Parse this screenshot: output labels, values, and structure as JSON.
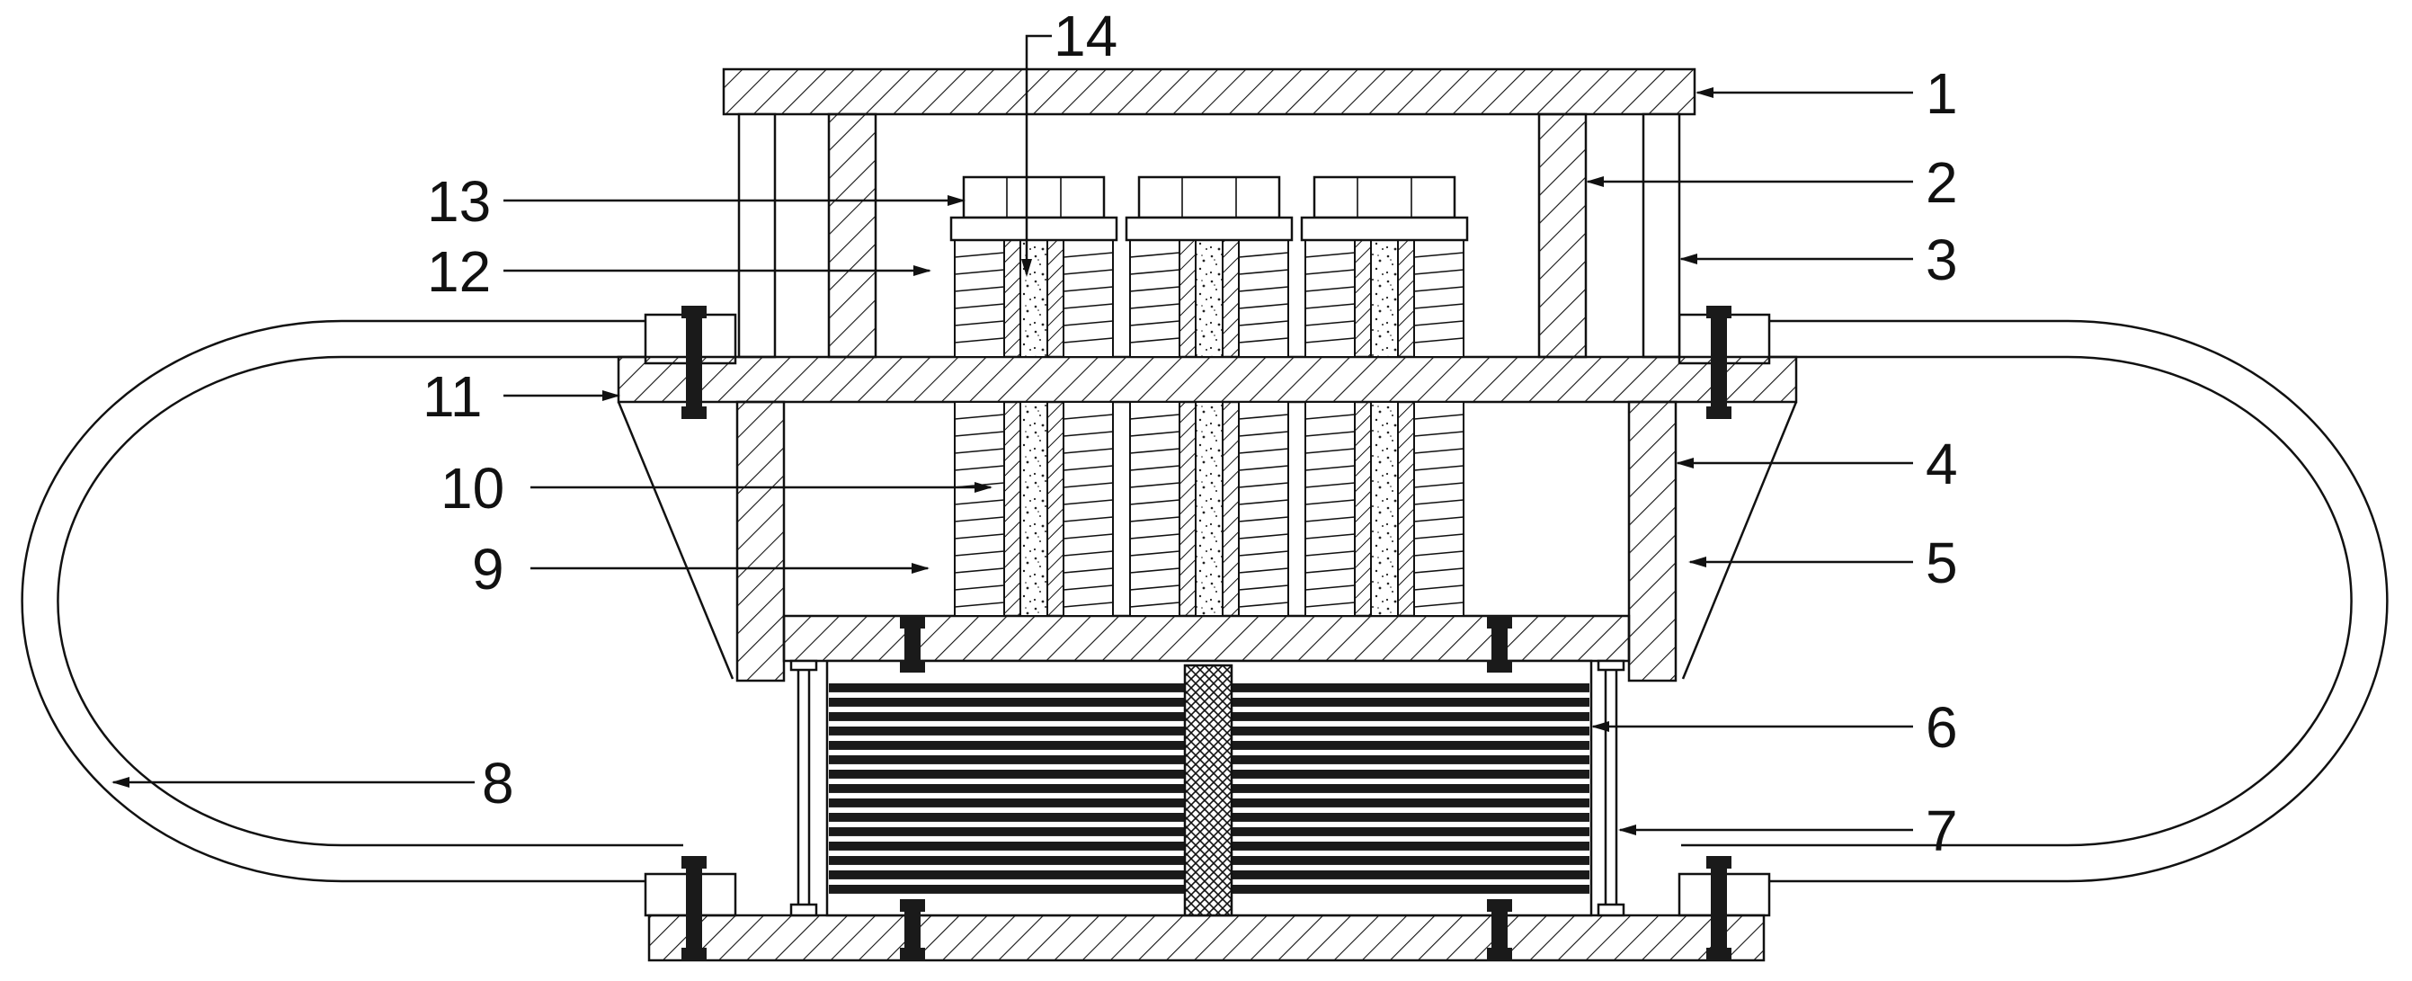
{
  "callouts": [
    {
      "id": "1",
      "text": "1"
    },
    {
      "id": "2",
      "text": "2"
    },
    {
      "id": "3",
      "text": "3"
    },
    {
      "id": "4",
      "text": "4"
    },
    {
      "id": "5",
      "text": "5"
    },
    {
      "id": "6",
      "text": "6"
    },
    {
      "id": "7",
      "text": "7"
    },
    {
      "id": "8",
      "text": "8"
    },
    {
      "id": "9",
      "text": "9"
    },
    {
      "id": "10",
      "text": "10"
    },
    {
      "id": "11",
      "text": "11"
    },
    {
      "id": "12",
      "text": "12"
    },
    {
      "id": "13",
      "text": "13"
    },
    {
      "id": "14",
      "text": "14"
    }
  ],
  "colors": {
    "line": "#111111",
    "background": "#ffffff",
    "bolt": "#111111",
    "laminate_dark": "#1a1a1a"
  }
}
